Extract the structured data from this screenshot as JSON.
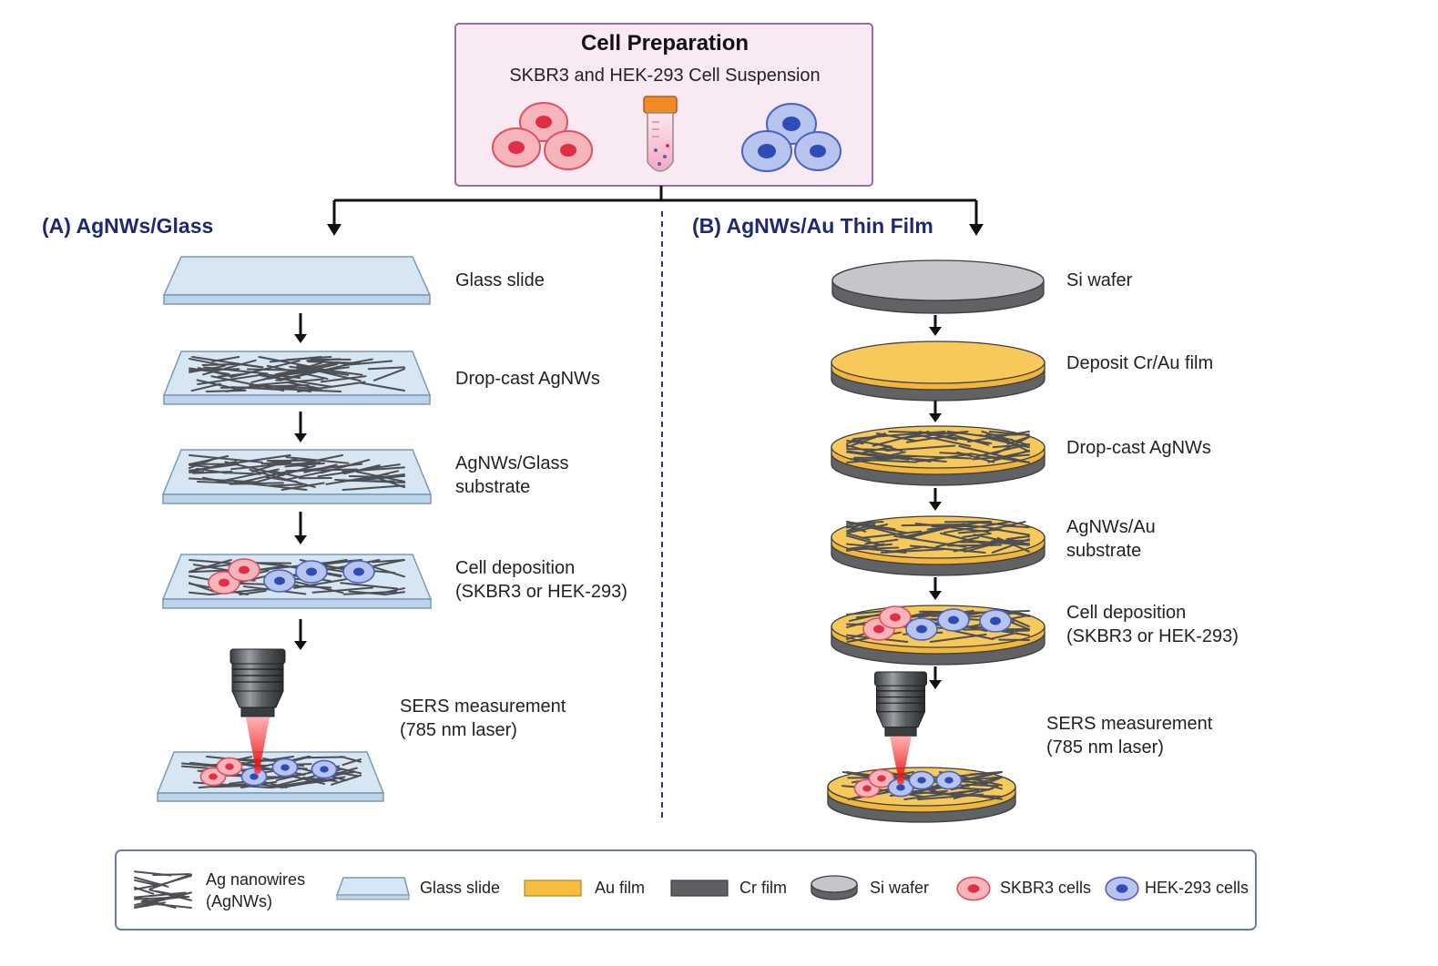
{
  "cell_preparation": {
    "title": "Cell Preparation",
    "subtitle": "SKBR3 and HEK-293 Cell Suspension"
  },
  "panel_a": {
    "header": "(A)  AgNWs/Glass",
    "steps": [
      "Glass slide",
      "Drop-cast AgNWs",
      "AgNWs/Glass",
      "substrate",
      "Cell deposition",
      "(SKBR3 or HEK-293)",
      "SERS measurement",
      "(785 nm laser)"
    ]
  },
  "panel_b": {
    "header": "(B)  AgNWs/Au Thin Film",
    "steps": [
      "Si wafer",
      "Deposit Cr/Au film",
      "Drop-cast AgNWs",
      "AgNWs/Au",
      "substrate",
      "Cell deposition",
      "(SKBR3 or HEK-293)",
      "SERS measurement",
      "(785 nm laser)"
    ]
  },
  "legend": {
    "ag_nanowires": "Ag nanowires",
    "ag_nanowires_abbr": "(AgNWs)",
    "glass_slide": "Glass slide",
    "au_film": "Au film",
    "cr_film": "Cr film",
    "si_wafer": "Si wafer",
    "skbr3": "SKBR3 cells",
    "hek293": "HEK-293 cells"
  },
  "colors": {
    "glass": "#d6e6f2",
    "gold": "#f5be3c",
    "cr": "#5d5f63",
    "si": "#b4b6ba",
    "skbr3": "#f3a3ac",
    "hek293": "#a7b7e6",
    "header": "#1f2a6e",
    "prep_box": "#f8e9f2"
  },
  "icons": [
    "centrifuge-tube-icon",
    "objective-lens-icon",
    "laser-beam-icon",
    "arrow-down-icon"
  ]
}
